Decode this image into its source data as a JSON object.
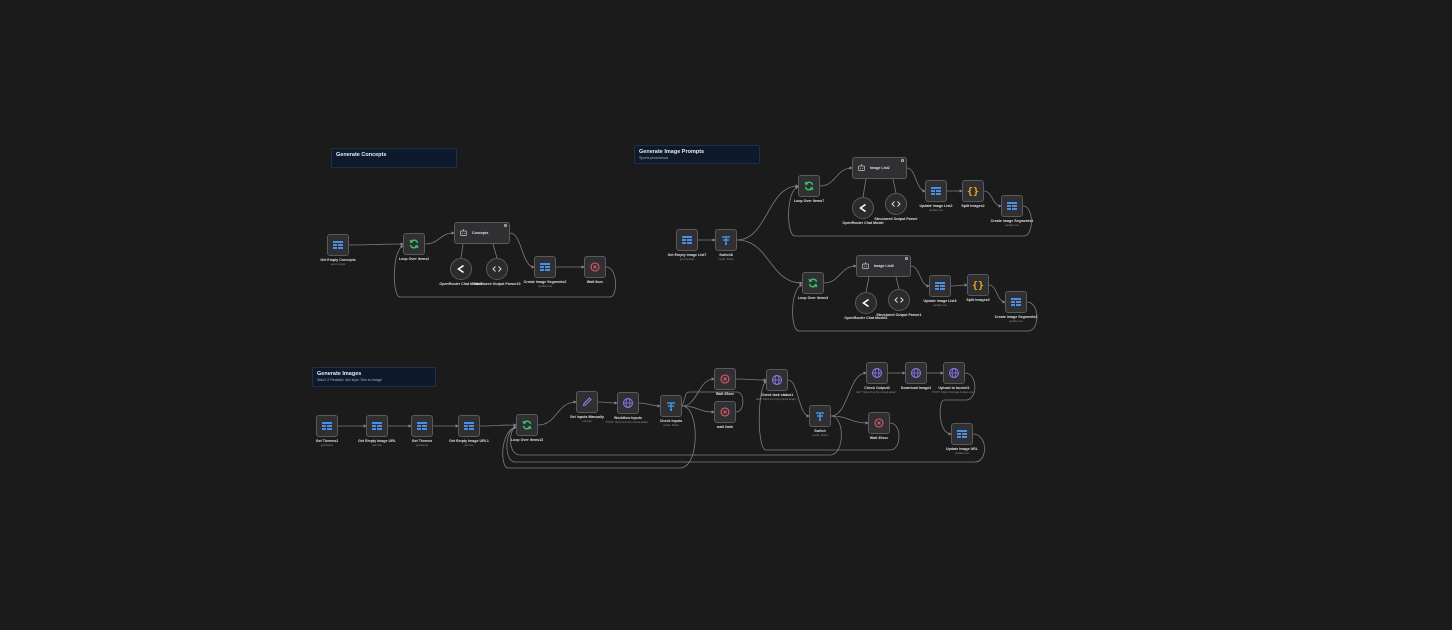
{
  "sections": {
    "concepts": {
      "title": "Generate Concepts",
      "subtitle": ""
    },
    "prompts": {
      "title": "Generate Image Prompts",
      "subtitle": "Sports photoshoot"
    },
    "images": {
      "title": "Generate Images",
      "subtitle": "Wan2.2 Realistic 4k3 style Text-to-Image"
    }
  },
  "nodes": {
    "get_empty_concepts": {
      "label": "Get Empty Concepts",
      "sub": "get:concept",
      "icon": "table-icon"
    },
    "loop_over_items2": {
      "label": "Loop Over Items2",
      "sub": "",
      "icon": "loop-icon"
    },
    "concepts_agent": {
      "label": "Concepts",
      "sub": "",
      "icon": "robot-icon"
    },
    "openrouter_model3": {
      "label": "OpenRouter Chat Model3",
      "sub": "",
      "icon": "openrouter-icon"
    },
    "structured_parser10": {
      "label": "Structured Output Parser10",
      "sub": "",
      "icon": "code-icon"
    },
    "create_image_segments2": {
      "label": "Create Image Segments2",
      "sub": "update:row",
      "icon": "table-icon"
    },
    "wait_8sec": {
      "label": "Wait 8sec",
      "sub": "",
      "icon": "wait-icon"
    },
    "get_empty_image_list7": {
      "label": "Get Empty Image List7",
      "sub": "get:concept",
      "icon": "table-icon"
    },
    "switch8": {
      "label": "Switch8",
      "sub": "mode: Rules",
      "icon": "switch-icon"
    },
    "loop_over_items7": {
      "label": "Loop Over Items7",
      "sub": "",
      "icon": "loop-icon"
    },
    "image_list2": {
      "label": "Image List2",
      "sub": "",
      "icon": "robot-icon"
    },
    "openrouter_model": {
      "label": "OpenRouter Chat Model",
      "sub": "",
      "icon": "openrouter-icon"
    },
    "structured_parser": {
      "label": "Structured Output Parser",
      "sub": "",
      "icon": "code-icon"
    },
    "update_image_list2": {
      "label": "Update Image List2",
      "sub": "update:row",
      "icon": "table-icon"
    },
    "split_images2": {
      "label": "Split Images2",
      "sub": "",
      "icon": "braces-icon"
    },
    "create_image_segments1": {
      "label": "Create Image Segments1",
      "sub": "update:row",
      "icon": "table-icon"
    },
    "loop_over_items3": {
      "label": "Loop Over Items3",
      "sub": "",
      "icon": "loop-icon"
    },
    "image_list3": {
      "label": "Image List3",
      "sub": "",
      "icon": "robot-icon"
    },
    "openrouter_model1": {
      "label": "OpenRouter Chat Model1",
      "sub": "",
      "icon": "openrouter-icon"
    },
    "structured_parser1": {
      "label": "Structured Output Parser1",
      "sub": "",
      "icon": "code-icon"
    },
    "update_image_list3": {
      "label": "Update Image List3",
      "sub": "update:row",
      "icon": "table-icon"
    },
    "split_images3": {
      "label": "Split Images3",
      "sub": "",
      "icon": "braces-icon"
    },
    "create_image_segments3": {
      "label": "Create Image Segments3",
      "sub": "update:row",
      "icon": "table-icon"
    },
    "get_themes2": {
      "label": "Get Themes2",
      "sub": "get:theme",
      "icon": "table-icon"
    },
    "get_empty_image_url": {
      "label": "Get Empty Image URL",
      "sub": "get:row",
      "icon": "table-icon"
    },
    "get_themes": {
      "label": "Get Themes",
      "sub": "get:theme",
      "icon": "table-icon"
    },
    "get_empty_image_url1": {
      "label": "Get Empty Image URL1",
      "sub": "get:row",
      "icon": "table-icon"
    },
    "loop_over_items13": {
      "label": "Loop Over Items13",
      "sub": "",
      "icon": "loop-icon"
    },
    "set_inputs_manually": {
      "label": "Set Inputs Manually",
      "sub": "manual",
      "icon": "pencil-icon"
    },
    "workflow_inputs": {
      "label": "Workflow Inputs",
      "sub": "POST: https://comfy.runpod.ai/api...",
      "icon": "globe-icon"
    },
    "check_inputs": {
      "label": "Check Inputs",
      "sub": "mode: Rules",
      "icon": "switch-icon"
    },
    "wait_45sec": {
      "label": "Wait 45sec",
      "sub": "",
      "icon": "wait-icon"
    },
    "wait_3min": {
      "label": "wait 3min",
      "sub": "",
      "icon": "wait-icon"
    },
    "check_task_status1": {
      "label": "Check task status1",
      "sub": "GET: https://comfy.runpod.ai/api...",
      "icon": "globe-icon"
    },
    "switch": {
      "label": "Switch",
      "sub": "mode: Rules",
      "icon": "switch-icon"
    },
    "check_output3": {
      "label": "Check Output3",
      "sub": "GET: https://comfy.runpod.ai/api...",
      "icon": "globe-icon"
    },
    "download_image2": {
      "label": "Download Image2",
      "sub": "",
      "icon": "globe-icon"
    },
    "upload_to_bucket1": {
      "label": "Upload to bucket1",
      "sub": "POST: https://storage.bucket.io/a...",
      "icon": "globe-icon"
    },
    "wait_30sec": {
      "label": "Wait 30sec",
      "sub": "",
      "icon": "wait-icon"
    },
    "update_image_url": {
      "label": "Update Image URL",
      "sub": "update:row",
      "icon": "table-icon"
    }
  },
  "colors": {
    "background": "#1b1b1b",
    "node_fill": "#303033",
    "node_border": "#5a5a5e",
    "edge": "#8a8a8a",
    "table": "#4a90e2",
    "loop": "#35c46a",
    "globe": "#8b7cf6",
    "wait": "#e05a6a",
    "braces": "#f5a524",
    "switch": "#3fa7ff",
    "sticky": "#0e1a2b"
  }
}
